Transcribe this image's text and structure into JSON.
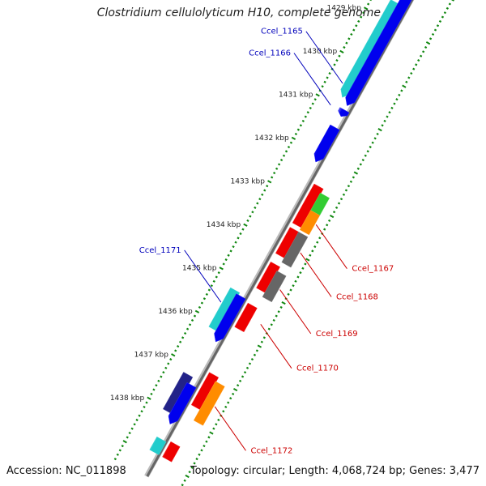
{
  "title": "Clostridium cellulolyticum H10, complete genome",
  "accession_text": "Accession: NC_011898",
  "topology_text": "Topology: circular; Length: 4,068,724 bp; Genes: 3,477",
  "colors": {
    "blue": "#0000ee",
    "cyan": "#22cccc",
    "red": "#ee0000",
    "orange": "#ff8c00",
    "gray": "#666666",
    "green": "#33cc33",
    "navy": "#222288",
    "label_blue": "#0000bb",
    "label_red": "#cc0000",
    "tick_green": "#118811"
  },
  "ticks": [
    {
      "label": "1429 kbp",
      "kbp": 1429
    },
    {
      "label": "1430 kbp",
      "kbp": 1430
    },
    {
      "label": "1431 kbp",
      "kbp": 1431
    },
    {
      "label": "1432 kbp",
      "kbp": 1432
    },
    {
      "label": "1433 kbp",
      "kbp": 1433
    },
    {
      "label": "1434 kbp",
      "kbp": 1434
    },
    {
      "label": "1435 kbp",
      "kbp": 1435
    },
    {
      "label": "1436 kbp",
      "kbp": 1436
    },
    {
      "label": "1437 kbp",
      "kbp": 1437
    },
    {
      "label": "1438 kbp",
      "kbp": 1438
    }
  ],
  "features": [
    {
      "lane": 1,
      "start": 1428.6,
      "end": 1430.8,
      "color": "cyan",
      "arrow": true
    },
    {
      "lane": 2,
      "start": 1428.3,
      "end": 1430.9,
      "color": "blue",
      "arrow": true
    },
    {
      "lane": 2,
      "start": 1431.0,
      "end": 1431.15,
      "color": "blue",
      "arrow": true
    },
    {
      "lane": 2,
      "start": 1431.4,
      "end": 1432.2,
      "color": "blue",
      "arrow": true
    },
    {
      "lane": 3,
      "start": 1432.6,
      "end": 1433.5,
      "color": "red",
      "arrow": false
    },
    {
      "lane": 4,
      "start": 1432.7,
      "end": 1433.1,
      "color": "green",
      "arrow": false
    },
    {
      "lane": 4,
      "start": 1433.1,
      "end": 1433.55,
      "color": "orange",
      "arrow": false
    },
    {
      "lane": 3,
      "start": 1433.6,
      "end": 1434.2,
      "color": "red",
      "arrow": false
    },
    {
      "lane": 4,
      "start": 1433.6,
      "end": 1434.3,
      "color": "gray",
      "arrow": false
    },
    {
      "lane": 3,
      "start": 1434.4,
      "end": 1435.0,
      "color": "red",
      "arrow": false
    },
    {
      "lane": 4,
      "start": 1434.5,
      "end": 1435.1,
      "color": "gray",
      "arrow": false
    },
    {
      "lane": 3,
      "start": 1435.35,
      "end": 1435.9,
      "color": "red",
      "arrow": false
    },
    {
      "lane": 1,
      "start": 1435.25,
      "end": 1436.15,
      "color": "cyan",
      "arrow": false
    },
    {
      "lane": 2,
      "start": 1435.3,
      "end": 1436.35,
      "color": "blue",
      "arrow": true
    },
    {
      "lane": 3,
      "start": 1436.95,
      "end": 1437.7,
      "color": "red",
      "arrow": false
    },
    {
      "lane": 4,
      "start": 1437.05,
      "end": 1437.95,
      "color": "orange",
      "arrow": false
    },
    {
      "lane": 1,
      "start": 1437.2,
      "end": 1438.05,
      "color": "navy",
      "arrow": false
    },
    {
      "lane": 2,
      "start": 1437.35,
      "end": 1438.25,
      "color": "blue",
      "arrow": true
    },
    {
      "lane": 3,
      "start": 1438.55,
      "end": 1438.9,
      "color": "red",
      "arrow": false
    },
    {
      "lane": 2,
      "start": 1438.6,
      "end": 1438.9,
      "color": "cyan",
      "arrow": false
    }
  ],
  "gene_labels": [
    {
      "text": "Ccel_1165",
      "strand": "plus",
      "kbp": 1430.55
    },
    {
      "text": "Ccel_1166",
      "strand": "plus",
      "kbp": 1431.05
    },
    {
      "text": "Ccel_1171",
      "strand": "plus",
      "kbp": 1435.6
    },
    {
      "text": "Ccel_1167",
      "strand": "minus",
      "kbp": 1433.3
    },
    {
      "text": "Ccel_1168",
      "strand": "minus",
      "kbp": 1433.95
    },
    {
      "text": "Ccel_1169",
      "strand": "minus",
      "kbp": 1434.8
    },
    {
      "text": "Ccel_1170",
      "strand": "minus",
      "kbp": 1435.6
    },
    {
      "text": "Ccel_1172",
      "strand": "minus",
      "kbp": 1437.5
    }
  ]
}
